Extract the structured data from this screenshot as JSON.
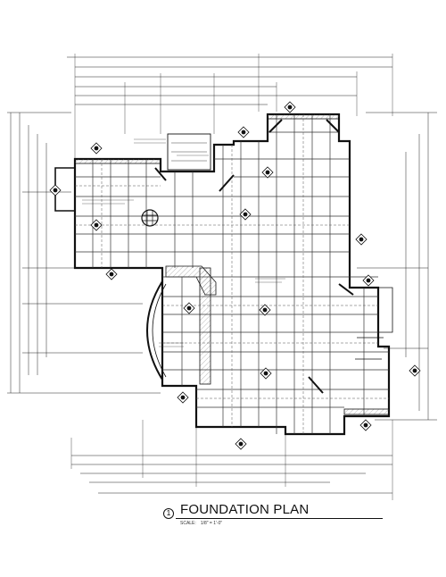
{
  "drawing": {
    "title": "FOUNDATION PLAN",
    "view_number": "1",
    "scale_label": "SCALE:",
    "scale_value": "1/8\" = 1'-0\""
  },
  "colors": {
    "linework": "#111111",
    "background": "#ffffff",
    "hatch_fill": "#d8d8d8"
  },
  "icons": {
    "section_marker": "section-cut-marker-icon",
    "view_callout": "view-number-callout-icon",
    "vent_grate": "grid-vent-icon"
  }
}
